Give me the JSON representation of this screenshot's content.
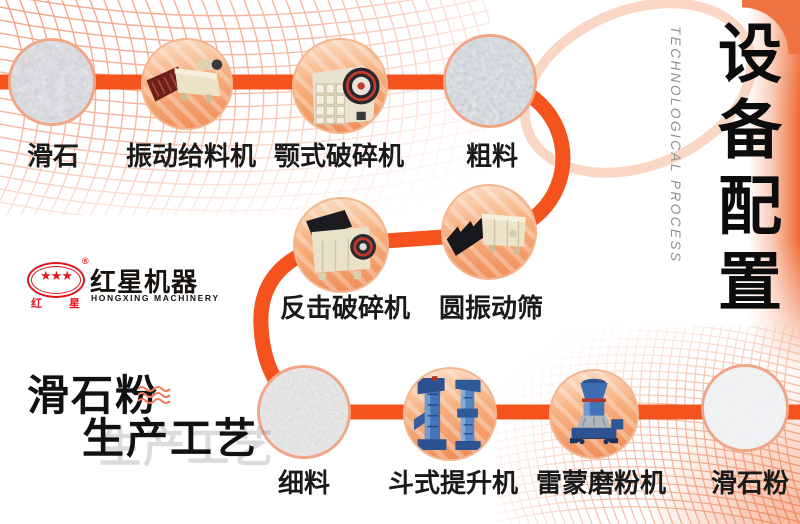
{
  "brand": {
    "name_cn": "红星机器",
    "name_en": "HONGXING MACHINERY",
    "oval_char_left": "红",
    "oval_char_right": "星",
    "stars": "★★★",
    "registered": "®"
  },
  "title": {
    "line1": "滑石粉",
    "line2": "生产工艺"
  },
  "right_panel": {
    "vertical_en": "TECHNOLOGICAL PROCESS",
    "vertical_cn": "设备配置"
  },
  "flow": {
    "steps": [
      {
        "id": "talc",
        "label": "滑石",
        "kind": "material"
      },
      {
        "id": "vibrating-feeder",
        "label": "振动给料机",
        "kind": "machine"
      },
      {
        "id": "jaw-crusher",
        "label": "颚式破碎机",
        "kind": "machine"
      },
      {
        "id": "coarse-material",
        "label": "粗料",
        "kind": "material"
      },
      {
        "id": "impact-crusher",
        "label": "反击破碎机",
        "kind": "machine"
      },
      {
        "id": "circular-vibrating-screen",
        "label": "圆振动筛",
        "kind": "machine"
      },
      {
        "id": "fine-material",
        "label": "细料",
        "kind": "material"
      },
      {
        "id": "bucket-elevator",
        "label": "斗式提升机",
        "kind": "machine"
      },
      {
        "id": "raymond-mill",
        "label": "雷蒙磨粉机",
        "kind": "machine"
      },
      {
        "id": "talc-powder",
        "label": "滑石粉",
        "kind": "material"
      }
    ]
  },
  "colors": {
    "ribbon_orange": "#f4531d",
    "circle_ring_salmon": "#f2a585",
    "mesh_orange": "#ee7a50",
    "brand_red": "#e0171f",
    "vertical_en_gray": "#909090",
    "text_black": "#1a1a1a",
    "right_band_orange": "#ee6b35"
  }
}
